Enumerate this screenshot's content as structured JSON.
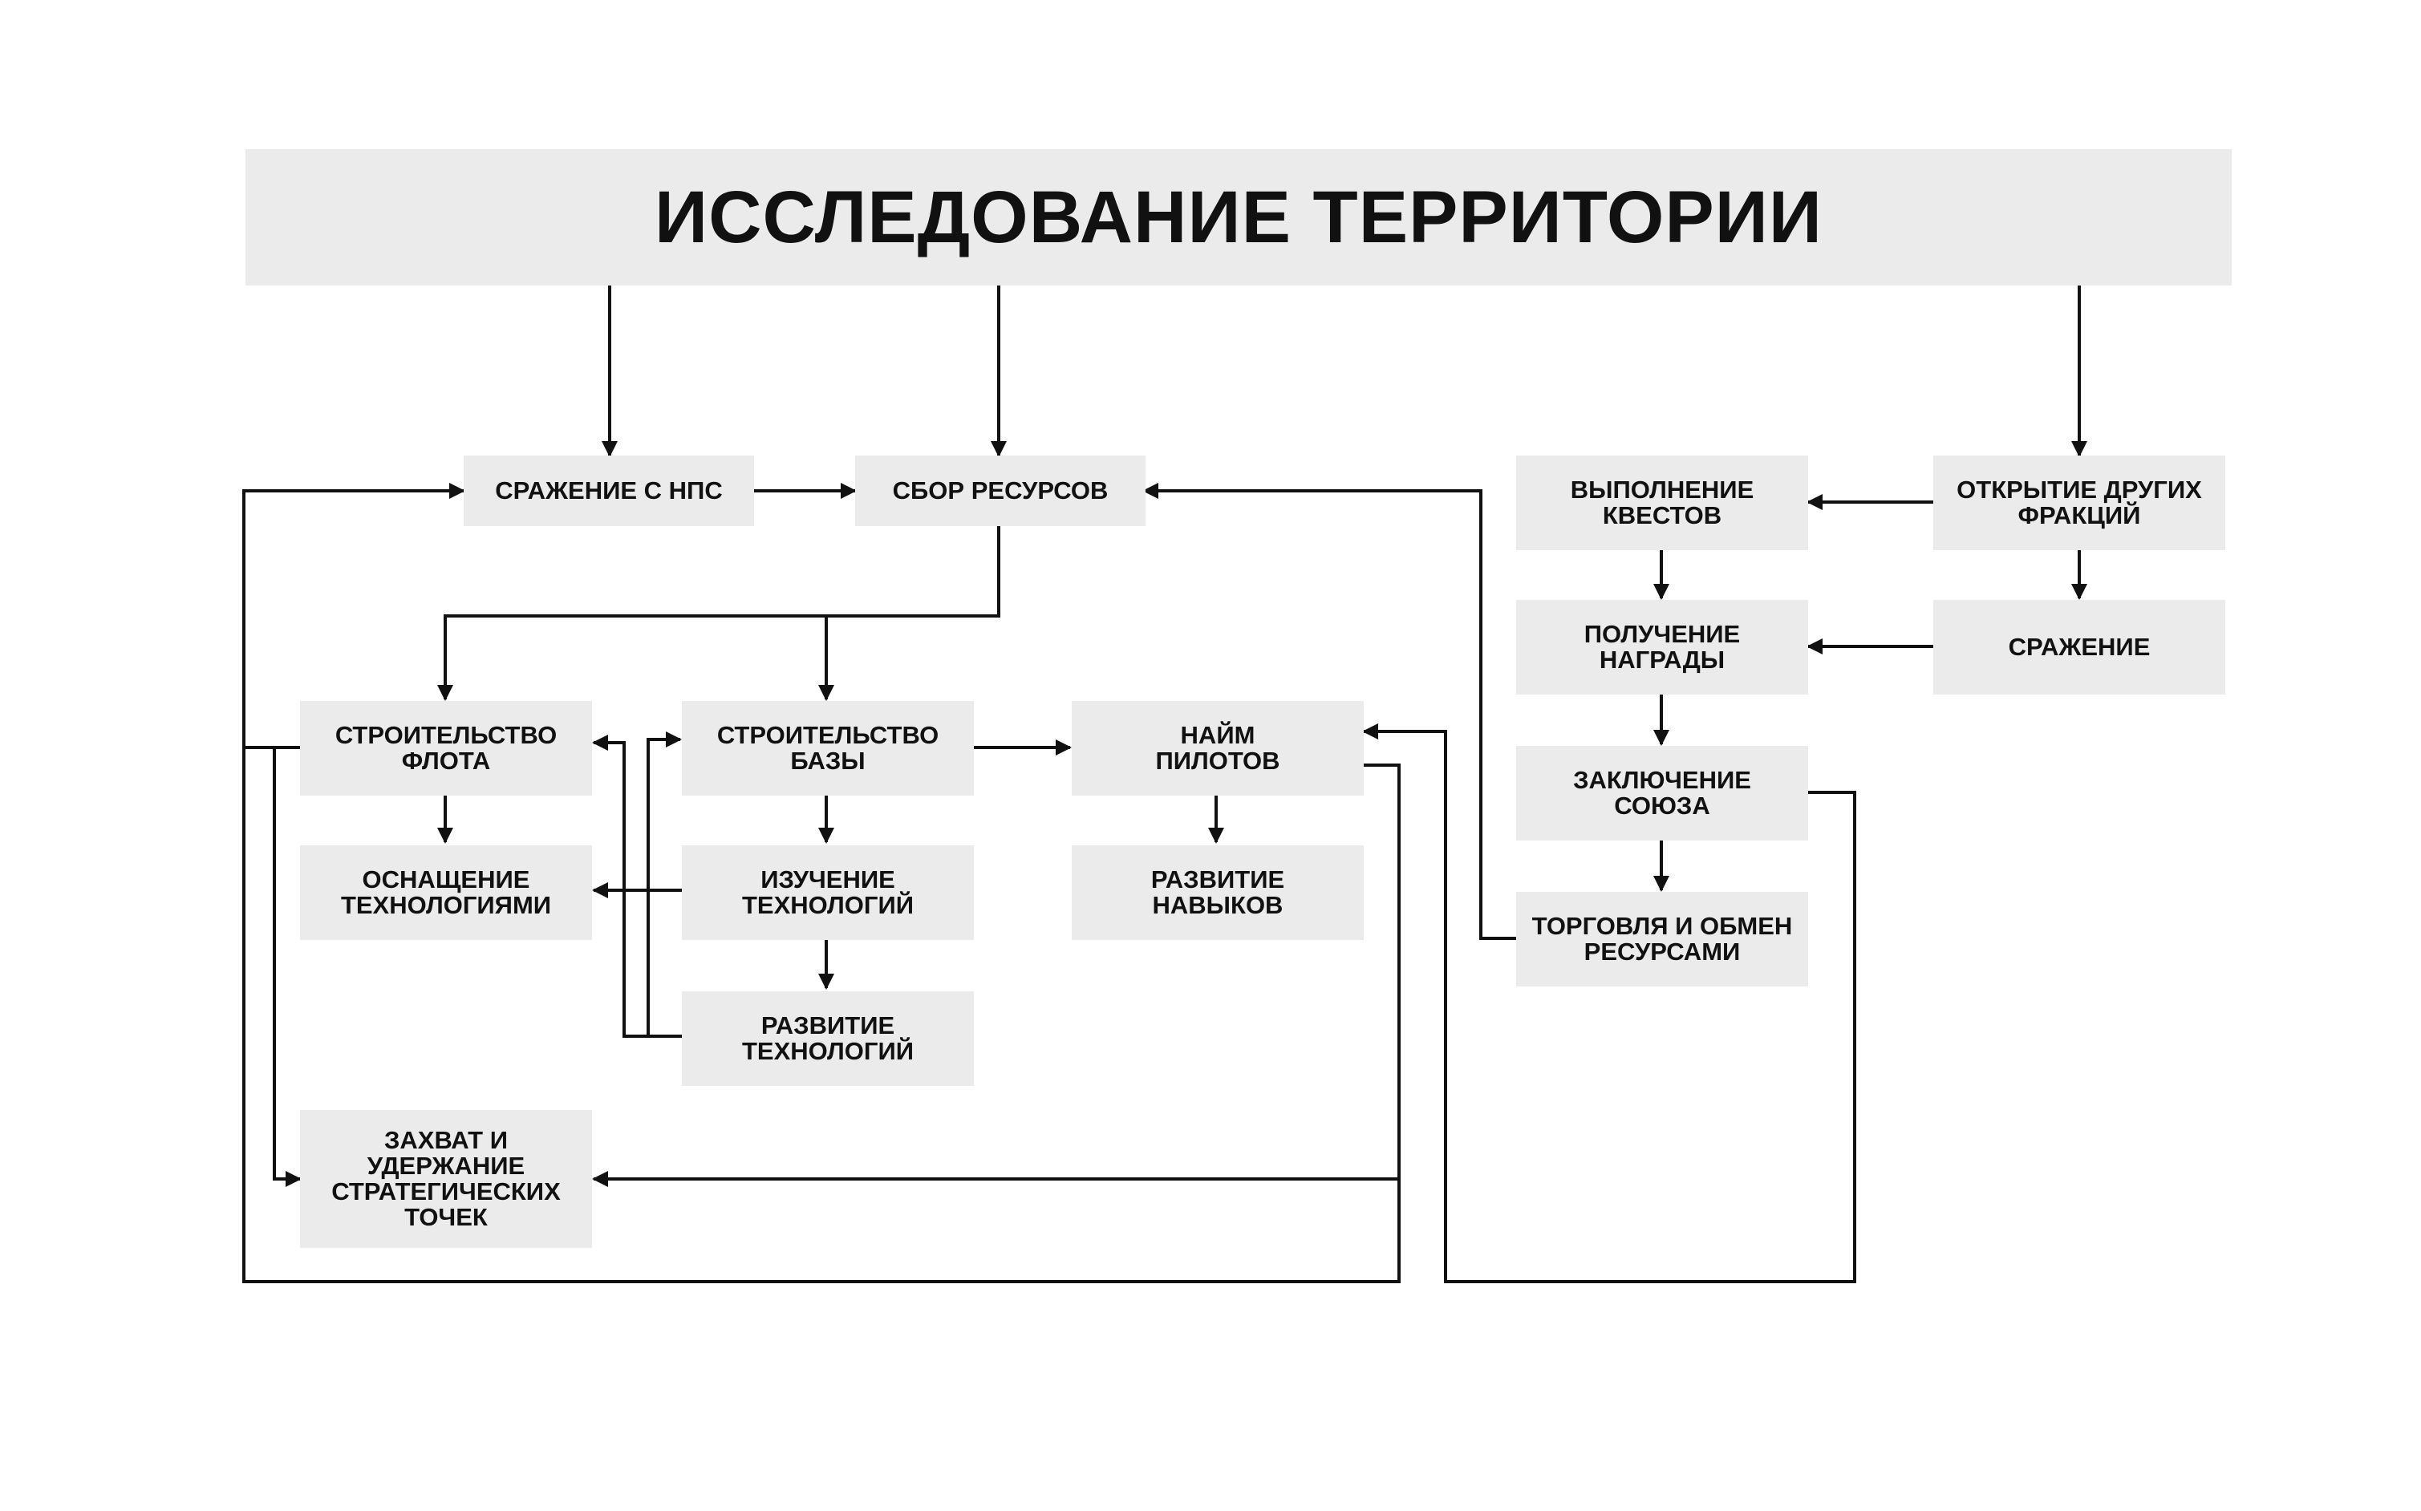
{
  "title": "ИССЛЕДОВАНИЕ ТЕРРИТОРИИ",
  "colors": {
    "box_fill": "#ebebeb",
    "line": "#111111",
    "text": "#111111",
    "background": "#ffffff"
  },
  "nodes": {
    "npc_battle": "СРАЖЕНИЕ С НПС",
    "resource_gathering": "СБОР РЕСУРСОВ",
    "fleet_building": "СТРОИТЕЛЬСТВО\nФЛОТА",
    "base_building": "СТРОИТЕЛЬСТВО\nБАЗЫ",
    "pilot_hiring": "НАЙМ\nПИЛОТОВ",
    "tech_equipping": "ОСНАЩЕНИЕ\nТЕХНОЛОГИЯМИ",
    "tech_research": "ИЗУЧЕНИЕ\nТЕХНОЛОГИЙ",
    "skill_development": "РАЗВИТИЕ\nНАВЫКОВ",
    "tech_development": "РАЗВИТИЕ\nТЕХНОЛОГИЙ",
    "capture_points": "ЗАХВАТ И\nУДЕРЖАНИЕ\nСТРАТЕГИЧЕСКИХ\nТОЧЕК",
    "quest_completion": "ВЫПОЛНЕНИЕ\nКВЕСТОВ",
    "open_factions": "ОТКРЫТИЕ ДРУГИХ\nФРАКЦИЙ",
    "get_reward": "ПОЛУЧЕНИЕ\nНАГРАДЫ",
    "battle": "СРАЖЕНИЕ",
    "alliance": "ЗАКЛЮЧЕНИЕ\nСОЮЗА",
    "trade": "ТОРГОВЛЯ И ОБМЕН\nРЕСУРСАМИ"
  }
}
